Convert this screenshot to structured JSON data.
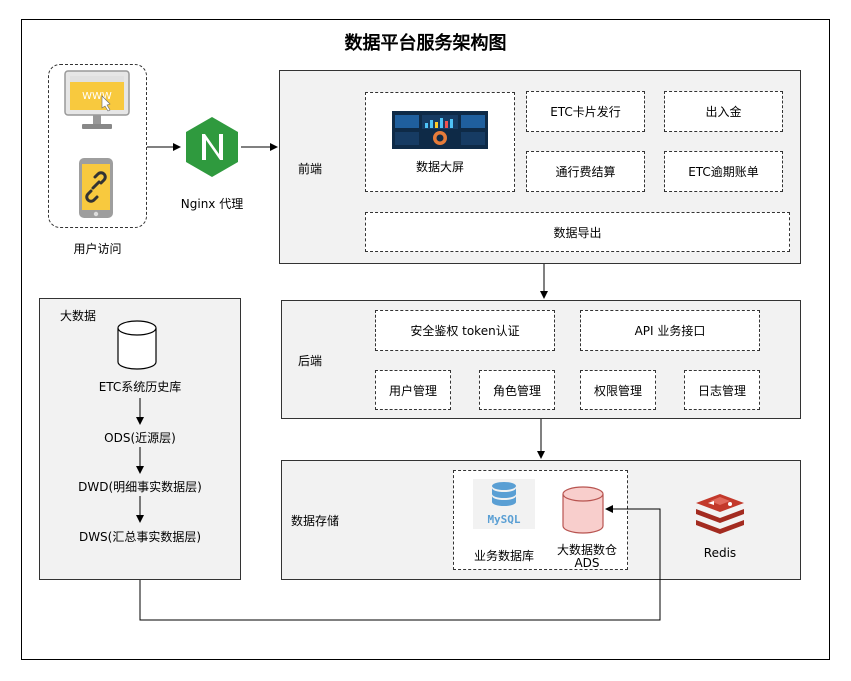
{
  "title": "数据平台服务架构图",
  "user": {
    "label": "用户访问",
    "browser_text": "WWW"
  },
  "nginx": {
    "label": "Nginx 代理",
    "letter": "N"
  },
  "frontend": {
    "label": "前端",
    "bigscreen": "数据大屏",
    "etc_card": "ETC卡片发行",
    "deposit": "出入金",
    "toll": "通行费结算",
    "overdue": "ETC逾期账单",
    "export": "数据导出"
  },
  "backend": {
    "label": "后端",
    "auth": "安全鉴权  token认证",
    "api": "API  业务接口",
    "users": "用户管理",
    "roles": "角色管理",
    "perms": "权限管理",
    "logs": "日志管理"
  },
  "storage": {
    "label": "数据存储",
    "mysql_logo": "MySQL",
    "business_db": "业务数据库",
    "warehouse_line1": "大数据数仓",
    "warehouse_line2": "ADS",
    "redis": "Redis"
  },
  "bigdata": {
    "label": "大数据",
    "etc_history": "ETC系统历史库",
    "ods": "ODS(近源层)",
    "dwd": "DWD(明细事实数据层)",
    "dws": "DWS(汇总事实数据层)"
  },
  "colors": {
    "panel_bg": "#f2f2f2",
    "nginx_green": "#2f9a3e",
    "mysql_blue": "#5a9fd4",
    "warehouse_red": "#f8cecc",
    "redis_red": "#c3392b",
    "phone_yellow": "#f8c93e"
  }
}
